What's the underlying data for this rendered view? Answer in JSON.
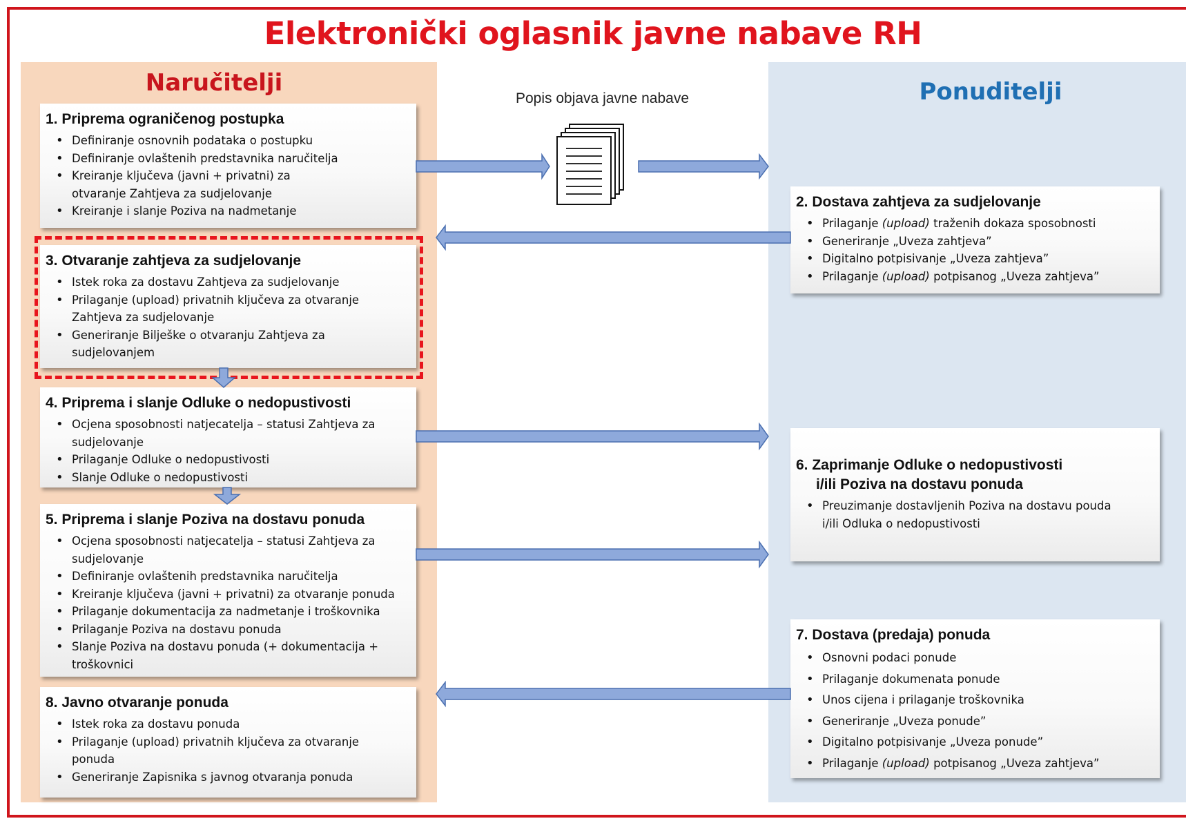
{
  "title": "Elektronički oglasnik javne nabave RH",
  "left_column": {
    "heading": "Naručitelji",
    "boxes": [
      {
        "title": "1. Priprema ograničenog postupka",
        "items": [
          "Definiranje osnovnih podataka o postupku",
          "Definiranje ovlaštenih predstavnika naručitelja",
          "Kreiranje ključeva (javni + privatni) za otvaranje Zahtjeva za sudjelovanje",
          "Kreiranje i slanje Poziva na nadmetanje"
        ]
      },
      {
        "title": "3. Otvaranje zahtjeva za sudjelovanje",
        "items": [
          "Istek roka za dostavu Zahtjeva za sudjelovanje",
          "Prilaganje (upload) privatnih ključeva za otvaranje Zahtjeva za sudjelovanje",
          "Generiranje Bilješke o otvaranju Zahtjeva za sudjelovanjem"
        ]
      },
      {
        "title": "4. Priprema i slanje Odluke o nedopustivosti",
        "items": [
          "Ocjena sposobnosti natjecatelja – statusi Zahtjeva za sudjelovanje",
          "Prilaganje Odluke o nedopustivosti",
          "Slanje  Odluke o nedopustivosti"
        ]
      },
      {
        "title": "5. Priprema i slanje Poziva na dostavu ponuda",
        "items": [
          "Ocjena sposobnosti natjecatelja – statusi Zahtjeva za sudjelovanje",
          "Definiranje ovlaštenih predstavnika naručitelja",
          "Kreiranje ključeva (javni + privatni) za otvaranje ponuda",
          "Prilaganje dokumentacija za nadmetanje i troškovnika",
          "Prilaganje Poziva na dostavu ponuda",
          "Slanje Poziva na dostavu ponuda (+ dokumentacija + troškovnici"
        ]
      },
      {
        "title": "8. Javno otvaranje ponuda",
        "items": [
          "Istek roka za dostavu ponuda",
          "Prilaganje (upload) privatnih ključeva za otvaranje ponuda",
          "Generiranje Zapisnika s javnog otvaranja ponuda"
        ]
      }
    ]
  },
  "center": {
    "document_list_label": "Popis objava javne nabave"
  },
  "right_column": {
    "heading": "Ponuditelji",
    "box2": {
      "title": "2. Dostava zahtjeva za sudjelovanje",
      "items": [
        {
          "pre": "Prilaganje ",
          "em": "(upload)",
          "post": " traženih dokaza sposobnosti"
        },
        {
          "pre": "Generiranje „Uveza zahtjeva”",
          "em": "",
          "post": ""
        },
        {
          "pre": "Digitalno potpisivanje „Uveza zahtjeva”",
          "em": "",
          "post": ""
        },
        {
          "pre": "Prilaganje ",
          "em": "(upload)",
          "post": " potpisanog „Uveza zahtjeva”"
        }
      ]
    },
    "box6": {
      "title_line1": "6. Zaprimanje Odluke o nedopustivosti",
      "title_line2": "i/ili Poziva na dostavu ponuda",
      "items": [
        "Preuzimanje dostavljenih Poziva na dostavu pouda i/ili Odluka o nedopustivosti"
      ]
    },
    "box7": {
      "title": "7. Dostava (predaja) ponuda",
      "items": [
        {
          "pre": "Osnovni podaci ponude",
          "em": "",
          "post": ""
        },
        {
          "pre": "Prilaganje dokumenata ponude",
          "em": "",
          "post": ""
        },
        {
          "pre": "Unos cijena i prilaganje troškovnika",
          "em": "",
          "post": ""
        },
        {
          "pre": "Generiranje „Uveza ponude”",
          "em": "",
          "post": ""
        },
        {
          "pre": "Digitalno potpisivanje „Uveza ponude”",
          "em": "",
          "post": ""
        },
        {
          "pre": "Prilaganje ",
          "em": "(upload)",
          "post": " potpisanog „Uveza zahtjeva”"
        }
      ]
    }
  },
  "colors": {
    "title_red": "#e0141d",
    "left_panel": "#f8d7bd",
    "right_panel": "#dce6f1",
    "right_heading": "#1f6fb3",
    "arrow_fill": "#8ea9db",
    "arrow_stroke": "#4a6fb0",
    "dashed_highlight": "#e8151d"
  }
}
